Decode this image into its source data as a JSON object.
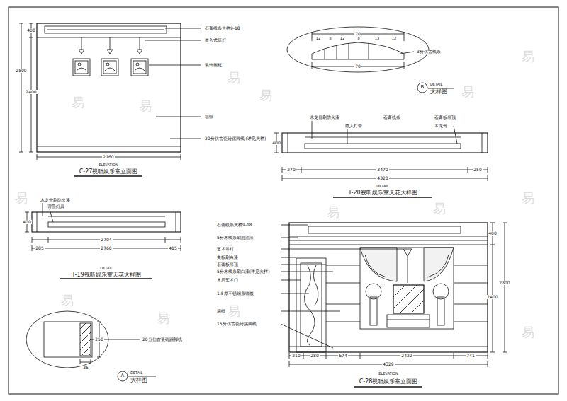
{
  "diagram": {
    "labels": [
      "易",
      "易",
      "易",
      "易",
      "易",
      "易",
      "易",
      "易",
      "易",
      "易",
      "易",
      "易",
      "易",
      "易",
      "400",
      "2400",
      "2800",
      "2760",
      "石膏线条大样9-18",
      "嵌入式筒灯",
      "装饰画框",
      "墙纸",
      "20分仿古瓷砖踢脚线 (详见大样)",
      "ELEVATION",
      "C-27视听娱乐室立面图",
      "70",
      "12",
      "8",
      "12",
      "8",
      "13",
      "12",
      "70",
      "3分仿古线条",
      "B",
      "DETAIL",
      "大样图",
      "木龙骨刷防火漆",
      "嵌入灯带",
      "石膏线条",
      "石膏板吊顶",
      "木龙骨",
      "400",
      "270",
      "3470",
      "250",
      "4320",
      "DETAIL",
      "T-20视听娱乐室天花大样图",
      "木龙骨刷防火漆",
      "背景灯具",
      "400",
      "2704",
      "285",
      "2760",
      "415",
      "DETAIL",
      "T-19视听娱乐室天花大样图",
      "20分仿古瓷砖踢脚线",
      "250",
      "35",
      "A",
      "DETAIL",
      "大样图",
      "石膏线条大样9-18",
      "5分木线条刷混油漆",
      "艺术吊灯",
      "夹板刷白漆",
      "石膏板吊顶",
      "5分木线条刷白漆(详见大样)",
      "木质艺术门",
      "1.5厚不锈钢条镶嵌",
      "墙纸",
      "15分仿古瓷砖踢脚线",
      "400",
      "2400",
      "2800",
      "210",
      "280",
      "674",
      "2422",
      "741",
      "4329",
      "ELEVATION",
      "C-28视听娱乐室立面图"
    ]
  }
}
